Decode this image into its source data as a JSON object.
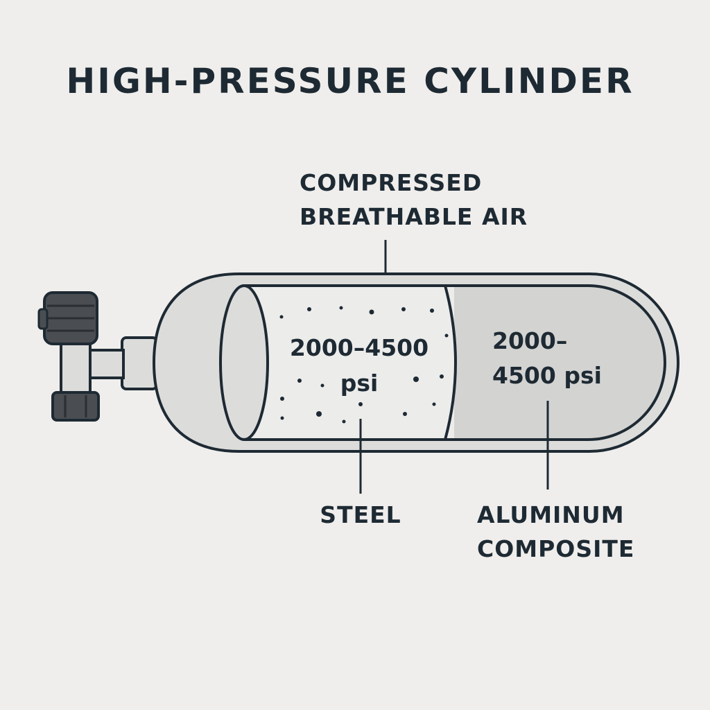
{
  "title": "HIGH-PRESSURE CYLINDER",
  "labels": {
    "contents_line1": "COMPRESSED",
    "contents_line2": "BREATHABLE AIR",
    "steel": "STEEL",
    "aluminum_line1": "ALUMINUM",
    "aluminum_line2": "COMPOSITE"
  },
  "pressures": {
    "steel_line1": "2000–4500",
    "steel_line2": "psi",
    "aluminum_line1": "2000–",
    "aluminum_line2": "4500 psi"
  },
  "colors": {
    "background": "#efeeec",
    "outline": "#1e2a33",
    "shell": "#dcdcdb",
    "steel_section": "#ececeb",
    "aluminum_section": "#d3d3d2",
    "valve_dark": "#4a4e52"
  }
}
